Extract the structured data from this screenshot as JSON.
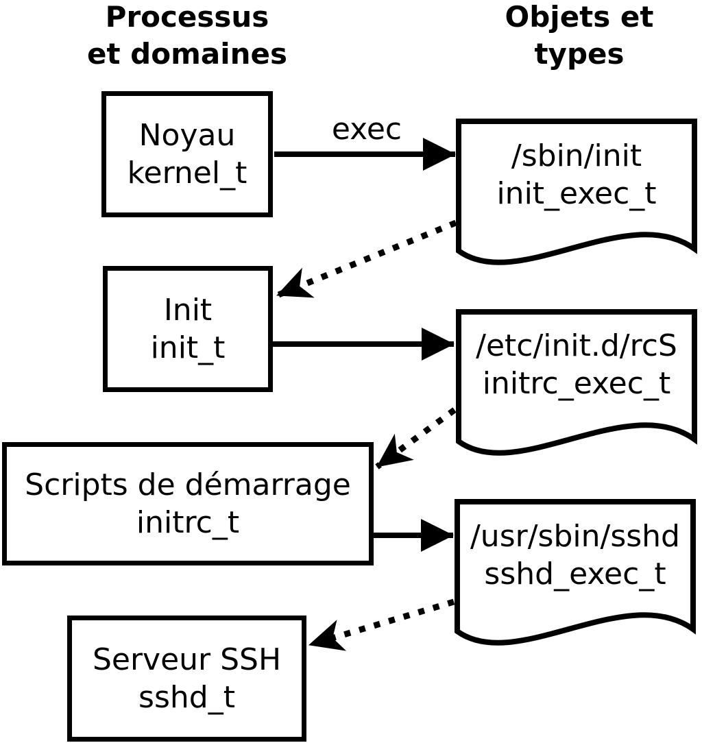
{
  "title_columns": {
    "left": {
      "line1": "Processus",
      "line2": "et domaines"
    },
    "right": {
      "line1": "Objets et",
      "line2": "types"
    }
  },
  "process_nodes": [
    {
      "label": "Noyau",
      "domain": "kernel_t"
    },
    {
      "label": "Init",
      "domain": "init_t"
    },
    {
      "label": "Scripts de démarrage",
      "domain": "initrc_t"
    },
    {
      "label": "Serveur SSH",
      "domain": "sshd_t"
    }
  ],
  "object_nodes": [
    {
      "path": "/sbin/init",
      "type": "init_exec_t"
    },
    {
      "path": "/etc/init.d/rcS",
      "type": "initrc_exec_t"
    },
    {
      "path": "/usr/sbin/sshd",
      "type": "sshd_exec_t"
    }
  ],
  "edge_labels": {
    "exec": "exec"
  },
  "colors": {
    "line": "#000000",
    "background": "#ffffff"
  }
}
